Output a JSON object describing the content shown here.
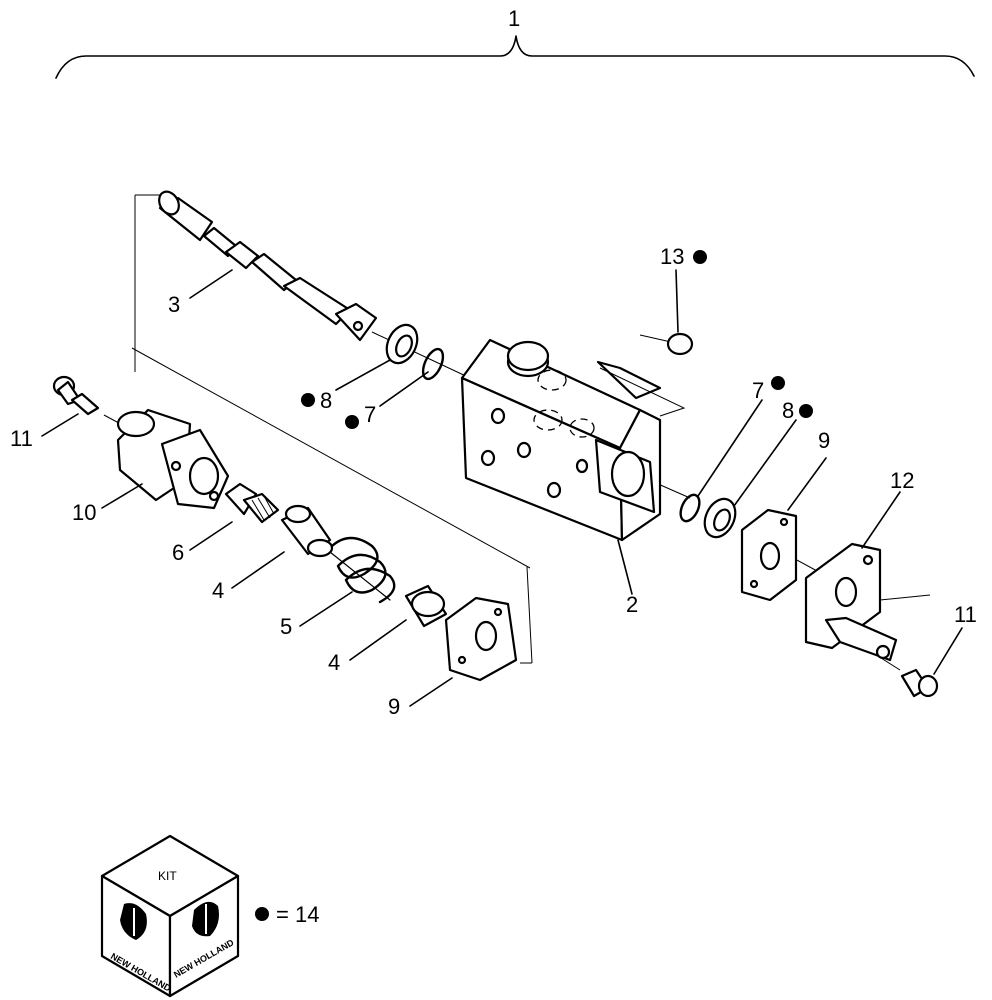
{
  "assembly": {
    "number": "1"
  },
  "callouts": {
    "c2": "2",
    "c3": "3",
    "c4a": "4",
    "c4b": "4",
    "c5": "5",
    "c6": "6",
    "c7a": "7",
    "c7b": "7",
    "c8a": "8",
    "c8b": "8",
    "c9a": "9",
    "c9b": "9",
    "c10": "10",
    "c11a": "11",
    "c11b": "11",
    "c12": "12",
    "c13": "13"
  },
  "kit": {
    "label": "KIT",
    "brand_left": "NEW HOLLAND",
    "brand_right": "NEW HOLLAND",
    "legend": "= 14"
  },
  "colors": {
    "line": "#000000",
    "background": "#ffffff"
  }
}
